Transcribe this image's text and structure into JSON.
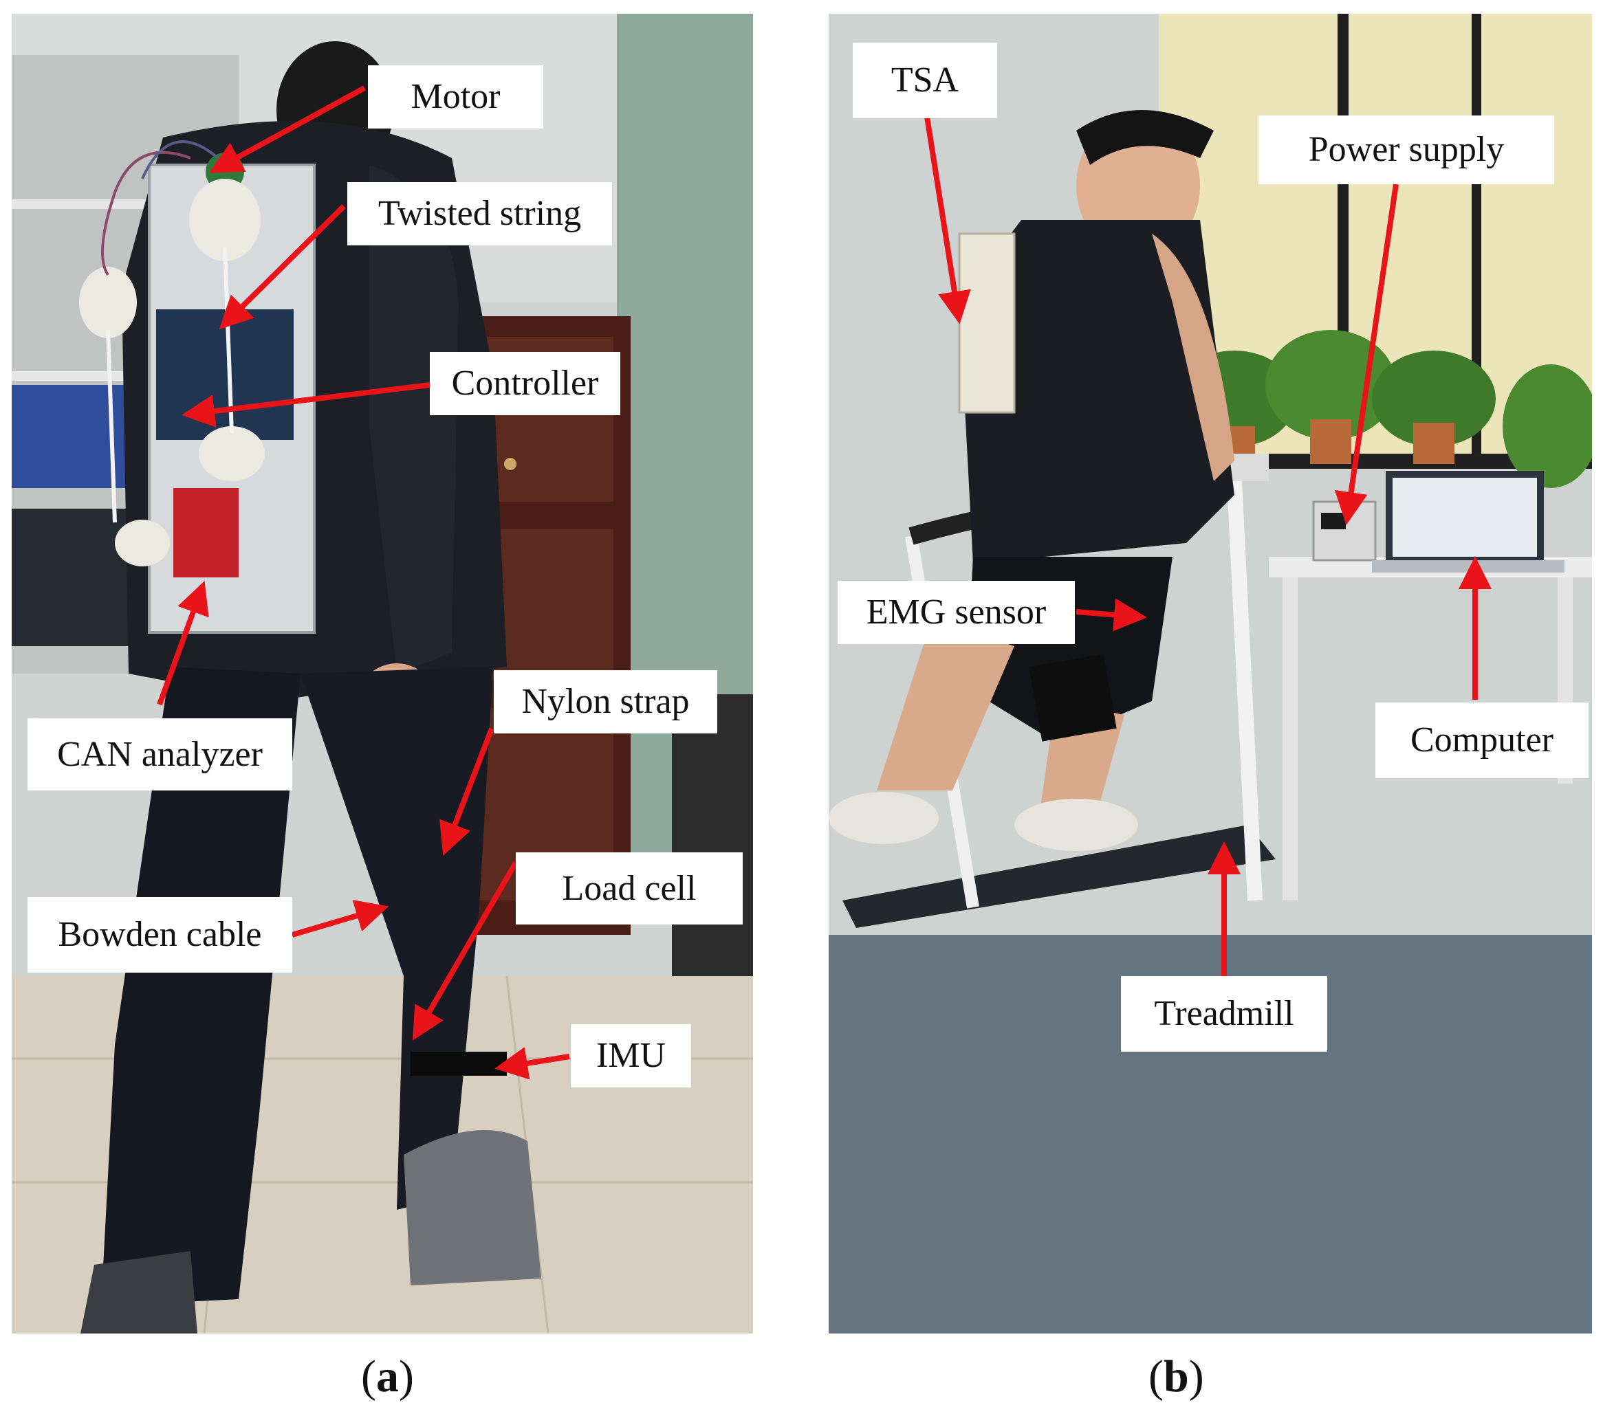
{
  "figure": {
    "panel_a": {
      "caption_letter": "a",
      "labels": {
        "motor": "Motor",
        "twisted_string": "Twisted string",
        "controller": "Controller",
        "can_analyzer": "CAN analyzer",
        "nylon_strap": "Nylon strap",
        "load_cell": "Load cell",
        "bowden_cable": "Bowden cable",
        "imu": "IMU"
      }
    },
    "panel_b": {
      "caption_letter": "b",
      "labels": {
        "tsa": "TSA",
        "power_supply": "Power supply",
        "emg_sensor": "EMG sensor",
        "computer": "Computer",
        "treadmill": "Treadmill"
      }
    },
    "colors": {
      "arrow": "#e8141a",
      "label_bg": "#ffffff",
      "jacket": "#1c1f26",
      "floor_a": "#d8cfc0",
      "carpet_b": "#5d6c7a"
    }
  }
}
